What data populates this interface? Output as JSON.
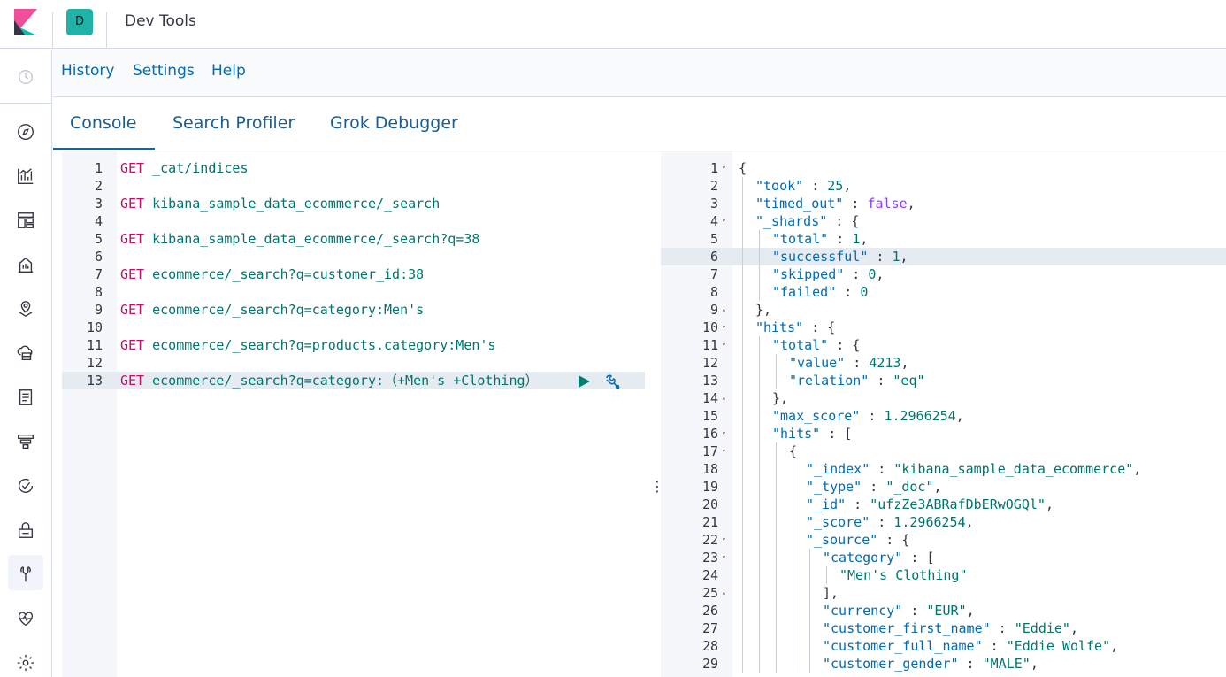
{
  "header": {
    "space_initial": "D",
    "app_title": "Dev Tools"
  },
  "top_menu": {
    "history": "History",
    "settings": "Settings",
    "help": "Help"
  },
  "tabs": [
    "Console",
    "Search Profiler",
    "Grok Debugger"
  ],
  "active_tab": "Console",
  "sidenav_icons": [
    "recent-icon",
    "discover-icon",
    "visualize-icon",
    "dashboard-icon",
    "canvas-icon",
    "maps-icon",
    "infrastructure-icon",
    "logs-icon",
    "apm-icon",
    "uptime-icon",
    "siem-icon",
    "dev-tools-icon",
    "monitoring-icon",
    "management-icon"
  ],
  "colors": {
    "accent": "#006bb4",
    "method": "#c80a68",
    "string": "#00756e",
    "boolean": "#8a3ffc",
    "space_badge": "#20b2a6"
  },
  "request_lines": [
    {
      "n": "1",
      "method": "GET",
      "path": "_cat/indices"
    },
    {
      "n": "2",
      "method": "",
      "path": ""
    },
    {
      "n": "3",
      "method": "GET",
      "path": "kibana_sample_data_ecommerce/_search"
    },
    {
      "n": "4",
      "method": "",
      "path": ""
    },
    {
      "n": "5",
      "method": "GET",
      "path": "kibana_sample_data_ecommerce/_search?q=38"
    },
    {
      "n": "6",
      "method": "",
      "path": ""
    },
    {
      "n": "7",
      "method": "GET",
      "path": "ecommerce/_search?q=customer_id:38"
    },
    {
      "n": "8",
      "method": "",
      "path": ""
    },
    {
      "n": "9",
      "method": "GET",
      "path": "ecommerce/_search?q=category:Men's"
    },
    {
      "n": "10",
      "method": "",
      "path": ""
    },
    {
      "n": "11",
      "method": "GET",
      "path": "ecommerce/_search?q=products.category:Men's"
    },
    {
      "n": "12",
      "method": "",
      "path": ""
    },
    {
      "n": "13",
      "method": "GET",
      "path": "ecommerce/_search?q=category:（+Men's +Clothing）"
    }
  ],
  "response_lines": [
    {
      "n": "1",
      "fold": "▾",
      "indent": 0,
      "parts": [
        [
          "punc",
          "{"
        ]
      ]
    },
    {
      "n": "2",
      "fold": "",
      "indent": 1,
      "parts": [
        [
          "key",
          "\"took\""
        ],
        [
          "punc",
          " : "
        ],
        [
          "num",
          "25"
        ],
        [
          "punc",
          ","
        ]
      ]
    },
    {
      "n": "3",
      "fold": "",
      "indent": 1,
      "parts": [
        [
          "key",
          "\"timed_out\""
        ],
        [
          "punc",
          " : "
        ],
        [
          "bool",
          "false"
        ],
        [
          "punc",
          ","
        ]
      ]
    },
    {
      "n": "4",
      "fold": "▾",
      "indent": 1,
      "parts": [
        [
          "key",
          "\"_shards\""
        ],
        [
          "punc",
          " : {"
        ]
      ]
    },
    {
      "n": "5",
      "fold": "",
      "indent": 2,
      "parts": [
        [
          "key",
          "\"total\""
        ],
        [
          "punc",
          " : "
        ],
        [
          "num",
          "1"
        ],
        [
          "punc",
          ","
        ]
      ]
    },
    {
      "n": "6",
      "fold": "",
      "indent": 2,
      "parts": [
        [
          "key",
          "\"successful\""
        ],
        [
          "punc",
          " : "
        ],
        [
          "num",
          "1"
        ],
        [
          "punc",
          ","
        ]
      ]
    },
    {
      "n": "7",
      "fold": "",
      "indent": 2,
      "parts": [
        [
          "key",
          "\"skipped\""
        ],
        [
          "punc",
          " : "
        ],
        [
          "num",
          "0"
        ],
        [
          "punc",
          ","
        ]
      ]
    },
    {
      "n": "8",
      "fold": "",
      "indent": 2,
      "parts": [
        [
          "key",
          "\"failed\""
        ],
        [
          "punc",
          " : "
        ],
        [
          "num",
          "0"
        ]
      ]
    },
    {
      "n": "9",
      "fold": "▴",
      "indent": 1,
      "parts": [
        [
          "punc",
          "},"
        ]
      ]
    },
    {
      "n": "10",
      "fold": "▾",
      "indent": 1,
      "parts": [
        [
          "key",
          "\"hits\""
        ],
        [
          "punc",
          " : {"
        ]
      ]
    },
    {
      "n": "11",
      "fold": "▾",
      "indent": 2,
      "parts": [
        [
          "key",
          "\"total\""
        ],
        [
          "punc",
          " : {"
        ]
      ]
    },
    {
      "n": "12",
      "fold": "",
      "indent": 3,
      "parts": [
        [
          "key",
          "\"value\""
        ],
        [
          "punc",
          " : "
        ],
        [
          "num",
          "4213"
        ],
        [
          "punc",
          ","
        ]
      ]
    },
    {
      "n": "13",
      "fold": "",
      "indent": 3,
      "parts": [
        [
          "key",
          "\"relation\""
        ],
        [
          "punc",
          " : "
        ],
        [
          "str",
          "\"eq\""
        ]
      ]
    },
    {
      "n": "14",
      "fold": "▴",
      "indent": 2,
      "parts": [
        [
          "punc",
          "},"
        ]
      ]
    },
    {
      "n": "15",
      "fold": "",
      "indent": 2,
      "parts": [
        [
          "key",
          "\"max_score\""
        ],
        [
          "punc",
          " : "
        ],
        [
          "num",
          "1.2966254"
        ],
        [
          "punc",
          ","
        ]
      ]
    },
    {
      "n": "16",
      "fold": "▾",
      "indent": 2,
      "parts": [
        [
          "key",
          "\"hits\""
        ],
        [
          "punc",
          " : ["
        ]
      ]
    },
    {
      "n": "17",
      "fold": "▾",
      "indent": 3,
      "parts": [
        [
          "punc",
          "{"
        ]
      ]
    },
    {
      "n": "18",
      "fold": "",
      "indent": 4,
      "parts": [
        [
          "key",
          "\"_index\""
        ],
        [
          "punc",
          " : "
        ],
        [
          "str",
          "\"kibana_sample_data_ecommerce\""
        ],
        [
          "punc",
          ","
        ]
      ]
    },
    {
      "n": "19",
      "fold": "",
      "indent": 4,
      "parts": [
        [
          "key",
          "\"_type\""
        ],
        [
          "punc",
          " : "
        ],
        [
          "str",
          "\"_doc\""
        ],
        [
          "punc",
          ","
        ]
      ]
    },
    {
      "n": "20",
      "fold": "",
      "indent": 4,
      "parts": [
        [
          "key",
          "\"_id\""
        ],
        [
          "punc",
          " : "
        ],
        [
          "str",
          "\"ufzZe3ABRafDbERwOGQl\""
        ],
        [
          "punc",
          ","
        ]
      ]
    },
    {
      "n": "21",
      "fold": "",
      "indent": 4,
      "parts": [
        [
          "key",
          "\"_score\""
        ],
        [
          "punc",
          " : "
        ],
        [
          "num",
          "1.2966254"
        ],
        [
          "punc",
          ","
        ]
      ]
    },
    {
      "n": "22",
      "fold": "▾",
      "indent": 4,
      "parts": [
        [
          "key",
          "\"_source\""
        ],
        [
          "punc",
          " : {"
        ]
      ]
    },
    {
      "n": "23",
      "fold": "▾",
      "indent": 5,
      "parts": [
        [
          "key",
          "\"category\""
        ],
        [
          "punc",
          " : ["
        ]
      ]
    },
    {
      "n": "24",
      "fold": "",
      "indent": 6,
      "parts": [
        [
          "str",
          "\"Men's Clothing\""
        ]
      ]
    },
    {
      "n": "25",
      "fold": "▴",
      "indent": 5,
      "parts": [
        [
          "punc",
          "],"
        ]
      ]
    },
    {
      "n": "26",
      "fold": "",
      "indent": 5,
      "parts": [
        [
          "key",
          "\"currency\""
        ],
        [
          "punc",
          " : "
        ],
        [
          "str",
          "\"EUR\""
        ],
        [
          "punc",
          ","
        ]
      ]
    },
    {
      "n": "27",
      "fold": "",
      "indent": 5,
      "parts": [
        [
          "key",
          "\"customer_first_name\""
        ],
        [
          "punc",
          " : "
        ],
        [
          "str",
          "\"Eddie\""
        ],
        [
          "punc",
          ","
        ]
      ]
    },
    {
      "n": "28",
      "fold": "",
      "indent": 5,
      "parts": [
        [
          "key",
          "\"customer_full_name\""
        ],
        [
          "punc",
          " : "
        ],
        [
          "str",
          "\"Eddie Wolfe\""
        ],
        [
          "punc",
          ","
        ]
      ]
    },
    {
      "n": "29",
      "fold": "",
      "indent": 5,
      "parts": [
        [
          "key",
          "\"customer_gender\""
        ],
        [
          "punc",
          " : "
        ],
        [
          "str",
          "\"MALE\""
        ],
        [
          "punc",
          ","
        ]
      ]
    }
  ]
}
